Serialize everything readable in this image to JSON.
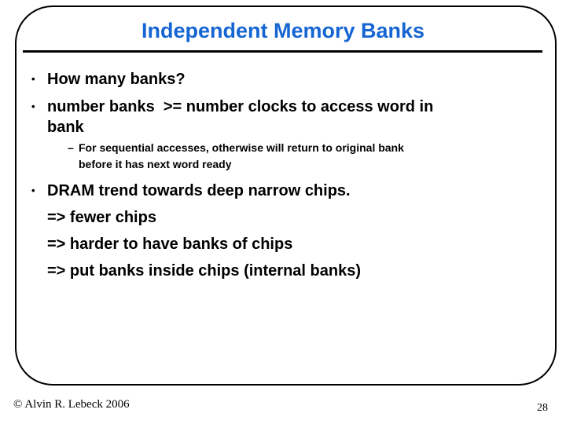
{
  "slide": {
    "title": "Independent Memory Banks",
    "accent_color": "#1565d2",
    "markers": {
      "bullet": "•",
      "dash": "–"
    },
    "bullets": {
      "b1": "How many banks?",
      "b2": "number banks  >= number clocks to access word in\nbank",
      "sub1": "For sequential accesses, otherwise will return to original bank\nbefore it has next word ready",
      "b3": "DRAM trend towards deep narrow chips.",
      "arrow1": "=> fewer chips",
      "arrow2": "=> harder to have banks of chips",
      "arrow3": "=> put banks inside chips (internal banks)"
    },
    "footer": {
      "copyright": "© Alvin R. Lebeck 2006",
      "page_number": "28"
    }
  }
}
